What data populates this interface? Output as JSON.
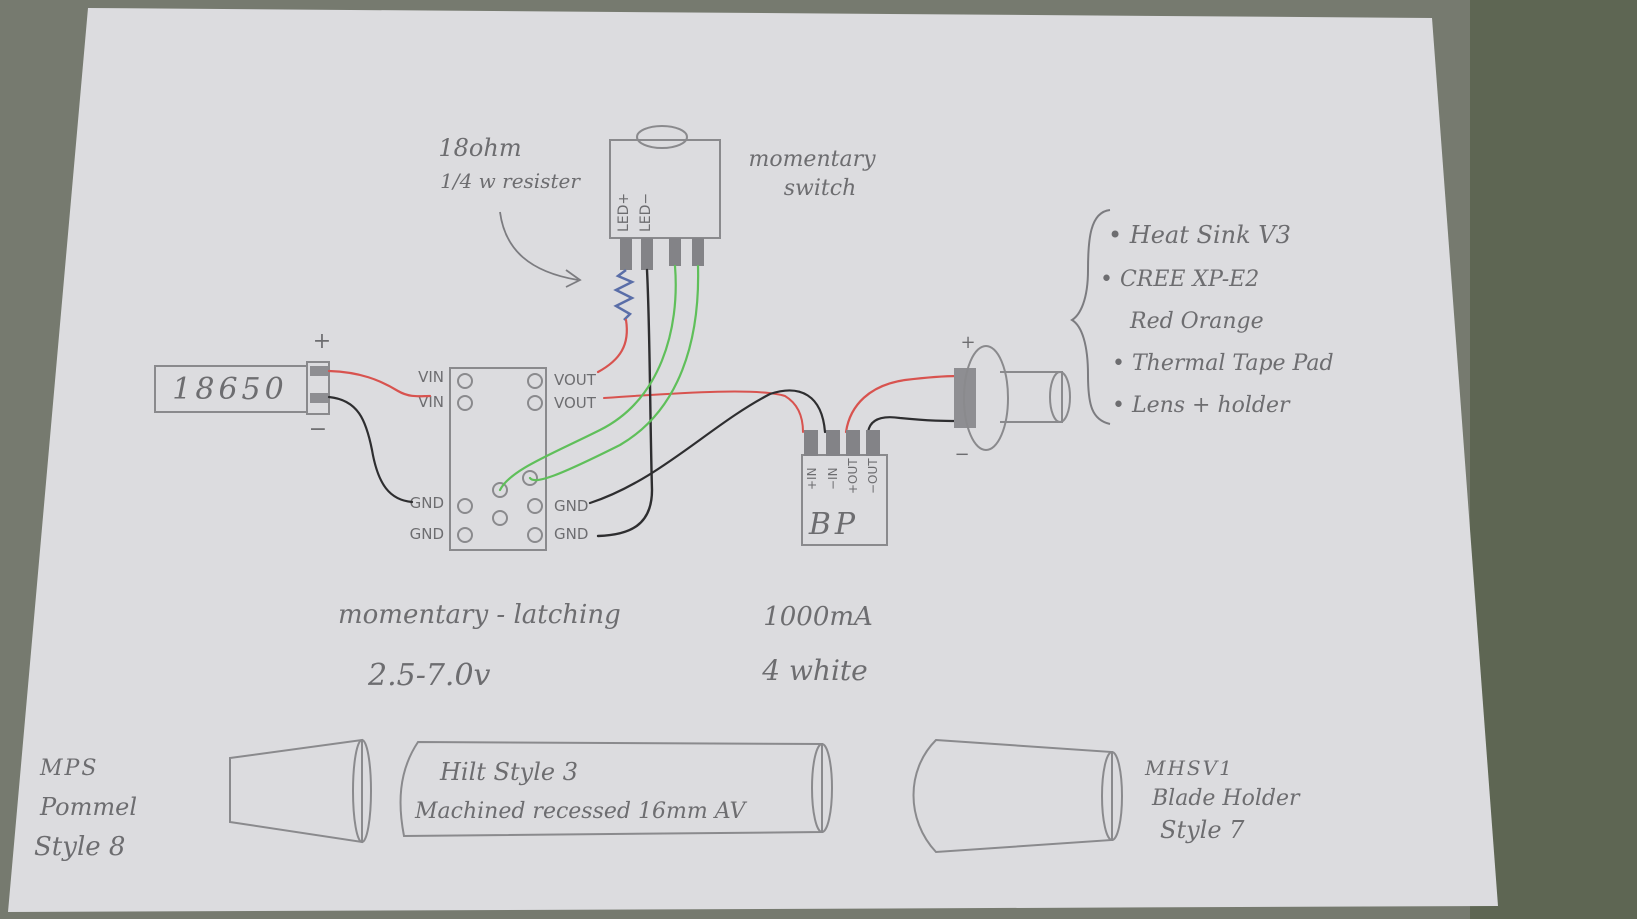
{
  "labels": {
    "battery": "18650",
    "battery_plus": "+",
    "battery_minus": "−",
    "resistor": [
      "18ohm",
      "1/4 w resister"
    ],
    "switch": [
      "momentary",
      "switch"
    ],
    "switch_pins": [
      "LED+",
      "LED−"
    ],
    "board_left_pins": [
      "VIN",
      "VIN",
      "GND",
      "GND"
    ],
    "board_right_pins": [
      "VOUT",
      "VOUT",
      "GND",
      "GND"
    ],
    "board_notes": [
      "momentary - latching",
      "2.5-7.0v"
    ],
    "bp_pins": [
      "+IN",
      "−IN",
      "+OUT",
      "−OUT"
    ],
    "bp_label": "BP",
    "bp_notes": [
      "1000mA",
      "4 white"
    ],
    "led_plus": "+",
    "led_minus": "−",
    "parts_list": [
      "• Heat Sink V3",
      "• CREE XP-E2",
      "Red Orange",
      "• Thermal Tape Pad",
      "• Lens + holder"
    ],
    "pommel": [
      "MPS",
      "Pommel",
      "Style 8"
    ],
    "hilt": [
      "Hilt Style 3",
      "Machined recessed 16mm AV"
    ],
    "blade_holder": [
      "MHSV1",
      "Blade Holder",
      "Style 7"
    ]
  }
}
